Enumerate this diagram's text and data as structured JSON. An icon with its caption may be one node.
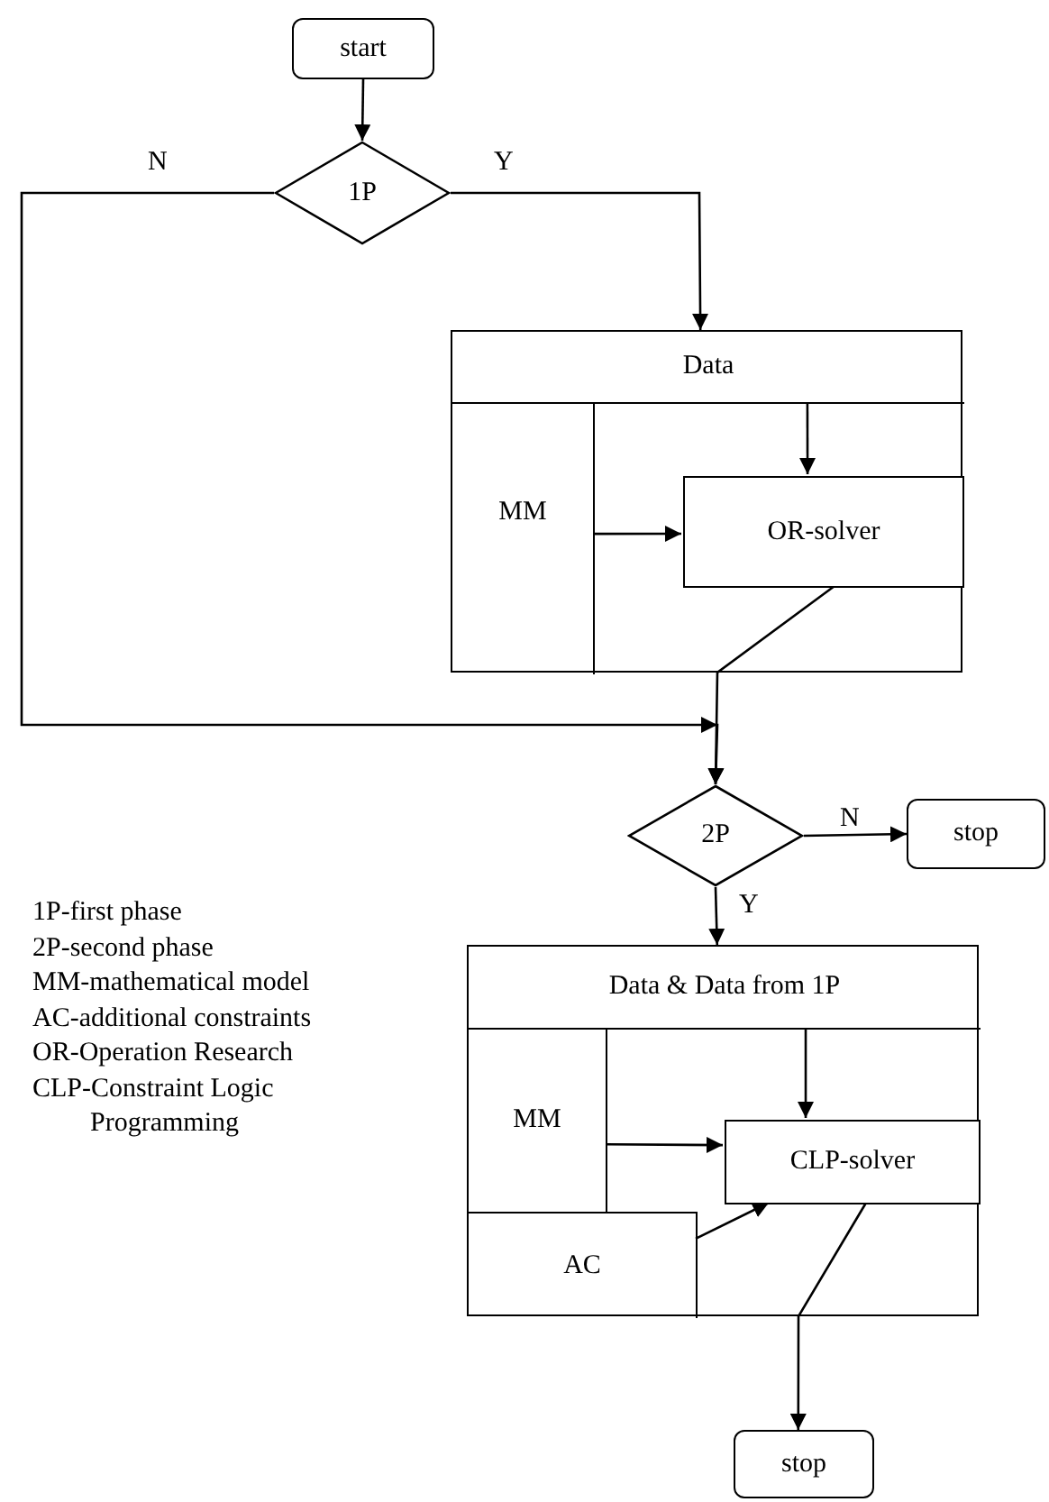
{
  "diagram": {
    "nodes": [
      {
        "text": [
          "start"
        ]
      },
      {
        "text": [
          "1P"
        ]
      },
      {
        "text": [],
        "shape": "box"
      },
      {
        "text": [
          "Data"
        ],
        "in": 2
      },
      {
        "text": [
          "MM"
        ],
        "in": 2
      },
      {
        "text": [
          "OR-solver"
        ],
        "in": 2
      },
      {
        "text": [
          "2P"
        ]
      },
      {
        "text": [
          "stop"
        ]
      },
      {
        "text": [],
        "shape": "box"
      },
      {
        "text": [
          "Data & Data from 1P"
        ],
        "in": 8
      },
      {
        "text": [
          "MM"
        ],
        "in": 8
      },
      {
        "text": [
          "AC"
        ],
        "in": 8
      },
      {
        "text": [
          "CLP-solver"
        ],
        "in": 8
      },
      {
        "text": [
          "stop"
        ]
      }
    ],
    "edges": [
      {
        "from": 0,
        "to": 1,
        "arrow": "to"
      },
      {
        "from": 1,
        "to": 2,
        "label": "Y",
        "arrow": "to"
      },
      {
        "from": 1,
        "to": 6,
        "label": "N",
        "arrow": "to"
      },
      {
        "from": 3,
        "to": 5,
        "arrow": "to"
      },
      {
        "from": 4,
        "to": 5,
        "arrow": "to"
      },
      {
        "from": 5,
        "to": 6,
        "arrow": "to"
      },
      {
        "from": 6,
        "to": 7,
        "label": "N",
        "arrow": "to"
      },
      {
        "from": 6,
        "to": 8,
        "label": "Y",
        "arrow": "to"
      },
      {
        "from": 9,
        "to": 12,
        "arrow": "to"
      },
      {
        "from": 10,
        "to": 12,
        "arrow": "to"
      },
      {
        "from": 11,
        "to": 12,
        "arrow": "to"
      },
      {
        "from": 12,
        "to": 13,
        "arrow": "to"
      }
    ],
    "labels": [
      "1P-first phase",
      "2P-second phase",
      "MM-mathematical model",
      "AC-additional constraints",
      "OR-Operation Research",
      "CLP-Constraint Logic Programming"
    ]
  }
}
